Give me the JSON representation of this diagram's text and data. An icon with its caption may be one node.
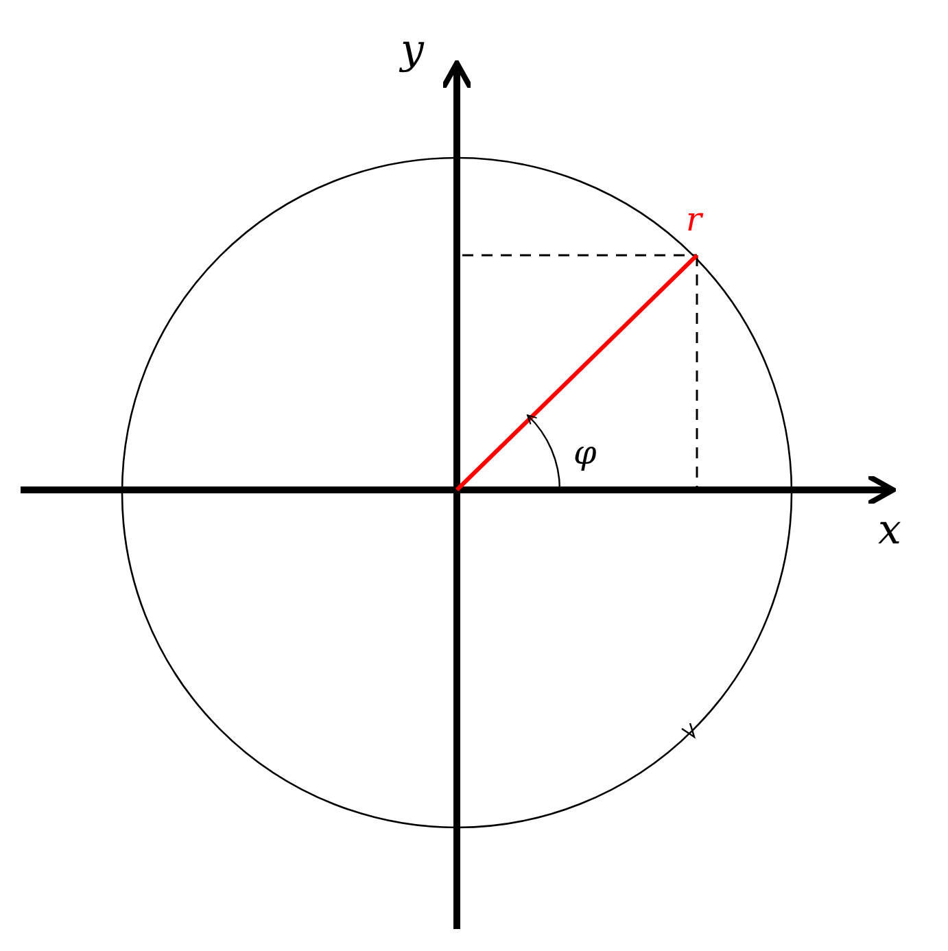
{
  "diagram": {
    "labels": [
      "y",
      "r",
      "φ",
      "x"
    ]
  }
}
